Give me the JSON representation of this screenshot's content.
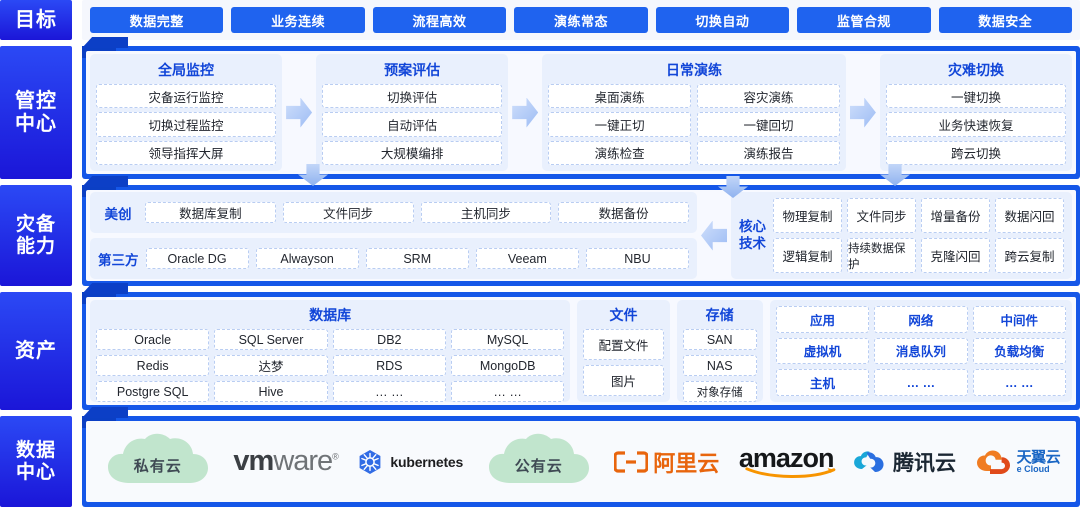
{
  "colors": {
    "brand_blue": "#1557e8",
    "deep_blue": "#1246d8",
    "sidebar_gradient_top": "#2b49f5",
    "sidebar_gradient_bottom": "#1b16d8",
    "card_bg": "#e9f0fd",
    "chip_blue": "#1f63ef"
  },
  "rows": {
    "goal": {
      "label": "目标",
      "chips": [
        "数据完整",
        "业务连续",
        "流程高效",
        "演练常态",
        "切换自动",
        "监管合规",
        "数据安全"
      ]
    },
    "mgmt": {
      "label": "管控\n中心",
      "cards": [
        {
          "title": "全局监控",
          "columns": [
            [
              "灾备运行监控",
              "切换过程监控",
              "领导指挥大屏"
            ]
          ]
        },
        {
          "title": "预案评估",
          "columns": [
            [
              "切换评估",
              "自动评估",
              "大规模编排"
            ]
          ]
        },
        {
          "title": "日常演练",
          "columns": [
            [
              "桌面演练",
              "一键正切",
              "演练检查"
            ],
            [
              "容灾演练",
              "一键回切",
              "演练报告"
            ]
          ]
        },
        {
          "title": "灾难切换",
          "columns": [
            [
              "一键切换",
              "业务快速恢复",
              "跨云切换"
            ]
          ]
        }
      ]
    },
    "dr": {
      "label": "灾备\n能力",
      "left_rows": [
        {
          "label": "美创",
          "items": [
            "数据库复制",
            "文件同步",
            "主机同步",
            "数据备份"
          ]
        },
        {
          "label": "第三方",
          "items": [
            "Oracle DG",
            "Alwayson",
            "SRM",
            "Veeam",
            "NBU"
          ]
        }
      ],
      "core": {
        "label": "核心\n技术",
        "items": [
          "物理复制",
          "文件同步",
          "增量备份",
          "数据闪回",
          "逻辑复制",
          "持续数据保护",
          "克隆闪回",
          "跨云复制"
        ]
      }
    },
    "asset": {
      "label": "资产",
      "database": {
        "title": "数据库",
        "items": [
          "Oracle",
          "SQL Server",
          "DB2",
          "MySQL",
          "Redis",
          "达梦",
          "RDS",
          "MongoDB",
          "Postgre SQL",
          "Hive",
          "… …",
          "… …"
        ]
      },
      "file": {
        "title": "文件",
        "items": [
          "配置文件",
          "图片"
        ]
      },
      "storage": {
        "title": "存储",
        "items": [
          "SAN",
          "NAS",
          "对象存储"
        ]
      },
      "misc": {
        "items": [
          "应用",
          "网络",
          "中间件",
          "虚拟机",
          "消息队列",
          "负载均衡",
          "主机",
          "… …",
          "… …"
        ]
      }
    },
    "datacenter": {
      "label": "数据\n中心",
      "logos": [
        {
          "kind": "cloud-badge",
          "name": "private-cloud",
          "text": "私有云"
        },
        {
          "kind": "vmware",
          "name": "vmware",
          "text": "vmware"
        },
        {
          "kind": "kubernetes",
          "name": "kubernetes",
          "text": "kubernetes"
        },
        {
          "kind": "cloud-badge",
          "name": "public-cloud",
          "text": "公有云"
        },
        {
          "kind": "aliyun",
          "name": "aliyun",
          "text": "阿里云"
        },
        {
          "kind": "amazon",
          "name": "amazon",
          "text": "amazon"
        },
        {
          "kind": "tencent",
          "name": "tencent-cloud",
          "text": "腾讯云"
        },
        {
          "kind": "tianyi",
          "name": "tianyi-cloud",
          "text": "天翼云",
          "subtext": "e Cloud"
        }
      ]
    }
  }
}
